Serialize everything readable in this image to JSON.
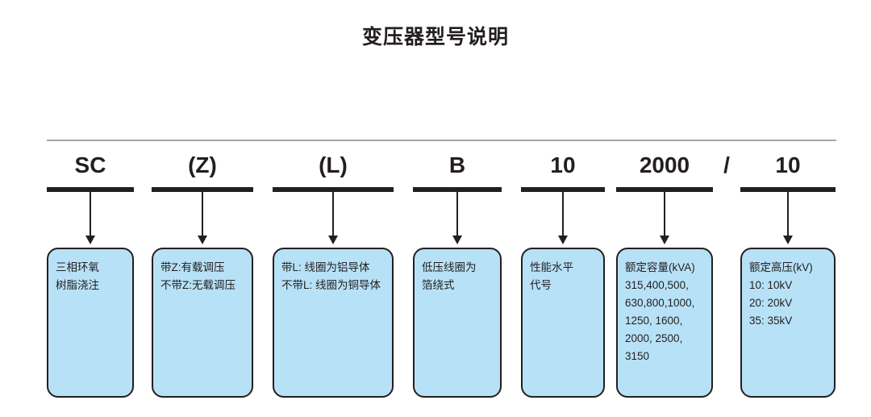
{
  "title": "变压器型号说明",
  "separator": "/",
  "colors": {
    "box_fill": "#b7e1f7",
    "outline": "#231f1e",
    "rule": "#a9a6a6"
  },
  "segments": [
    {
      "code": "SC",
      "lines": [
        "三相环氧",
        "树脂浇注"
      ]
    },
    {
      "code": "(Z)",
      "lines": [
        "带Z:有载调压",
        "不带Z:无载调压"
      ]
    },
    {
      "code": "(L)",
      "lines": [
        "带L: 线圈为铝导体",
        "不带L: 线圈为铜导体"
      ]
    },
    {
      "code": "B",
      "lines": [
        "低压线圈为",
        "箔绕式"
      ]
    },
    {
      "code": "10",
      "lines": [
        "性能水平",
        "代号"
      ]
    },
    {
      "code": "2000",
      "lines": [
        "额定容量(kVA)",
        "315,400,500,",
        "630,800,1000,",
        "1250, 1600,",
        "2000, 2500,",
        "3150"
      ]
    },
    {
      "code": "10",
      "lines": [
        "额定高压(kV)",
        "10: 10kV",
        "20: 20kV",
        "35: 35kV"
      ]
    }
  ]
}
